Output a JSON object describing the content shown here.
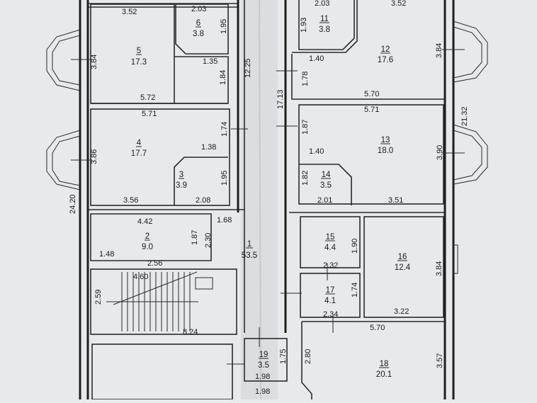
{
  "plan": {
    "rooms": [
      {
        "id": "room-1",
        "num": "1",
        "area": "53.5"
      },
      {
        "id": "room-2",
        "num": "2",
        "area": "9.0"
      },
      {
        "id": "room-3",
        "num": "3",
        "area": "3.9"
      },
      {
        "id": "room-4",
        "num": "4",
        "area": "17.7"
      },
      {
        "id": "room-5",
        "num": "5",
        "area": "17.3"
      },
      {
        "id": "room-6",
        "num": "6",
        "area": "3.8"
      },
      {
        "id": "room-11",
        "num": "11",
        "area": "3.8"
      },
      {
        "id": "room-12",
        "num": "12",
        "area": "17.6"
      },
      {
        "id": "room-13",
        "num": "13",
        "area": "18.0"
      },
      {
        "id": "room-14",
        "num": "14",
        "area": "3.5"
      },
      {
        "id": "room-15",
        "num": "15",
        "area": "4.4"
      },
      {
        "id": "room-16",
        "num": "16",
        "area": "12.4"
      },
      {
        "id": "room-17",
        "num": "17",
        "area": "4.1"
      },
      {
        "id": "room-18",
        "num": "18",
        "area": "20.1"
      },
      {
        "id": "room-19",
        "num": "19",
        "area": "3.5"
      }
    ],
    "dimensions": [
      "3.52",
      "2.03",
      "1.95",
      "3.84",
      "1.35",
      "1.84",
      "12.25",
      "5.72",
      "5.71",
      "1.74",
      "3.86",
      "1.38",
      "1.95",
      "3.56",
      "2.08",
      "24.20",
      "4.42",
      "1.68",
      "1.87",
      "2.30",
      "1.48",
      "2.56",
      "4.60",
      "2.59",
      "8.24",
      "1.75",
      "1.98",
      "1.98",
      "2.03",
      "3.52",
      "1.93",
      "1.40",
      "3.84",
      "1.78",
      "17.13",
      "5.70",
      "5.71",
      "21.32",
      "1.87",
      "1.40",
      "3.90",
      "1.82",
      "2.01",
      "3.51",
      "1.90",
      "2.32",
      "3.84",
      "1.74",
      "3.22",
      "2.34",
      "5.70",
      "2.80",
      "3.57"
    ]
  }
}
